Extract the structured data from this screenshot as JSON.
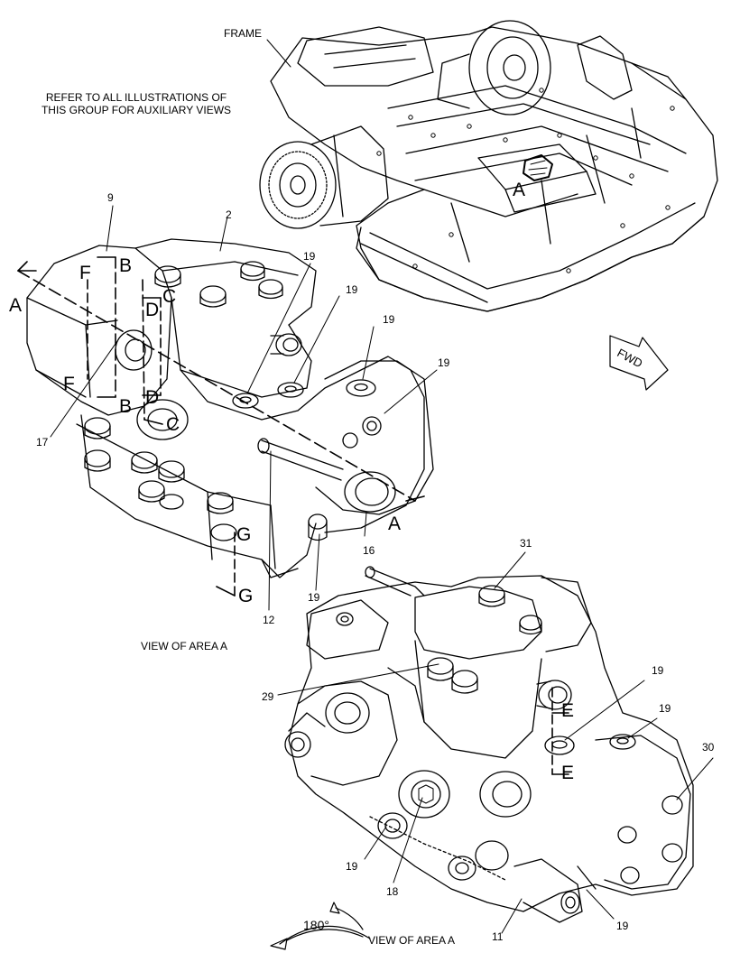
{
  "notes": {
    "frame": "FRAME",
    "refer_line1": "REFER TO ALL ILLUSTRATIONS OF",
    "refer_line2": "THIS GROUP FOR AUXILIARY VIEWS",
    "view_top": "VIEW OF AREA A",
    "view_bottom": "VIEW OF AREA A",
    "rotation": "180°",
    "fwd": "FWD"
  },
  "area_marker": "A",
  "callouts": {
    "n9": "9",
    "n2": "2",
    "n19a": "19",
    "n19b": "19",
    "n19c": "19",
    "n19d": "19",
    "n17": "17",
    "n16": "16",
    "n19e": "19",
    "n12": "12",
    "n31": "31",
    "n19f": "19",
    "n19g": "19",
    "n30": "30",
    "n29": "29",
    "n19h": "19",
    "n18": "18",
    "n11": "11",
    "n19i": "19"
  },
  "section_letters": {
    "a_left": "A",
    "a_right": "A",
    "b_top": "B",
    "b_bottom": "B",
    "c_top": "C",
    "c_bottom": "C",
    "d_top": "D",
    "d_bottom": "D",
    "f_top": "F",
    "f_bottom": "F",
    "g_top": "G",
    "g_bottom": "G",
    "e_top": "E",
    "e_bottom": "E"
  }
}
